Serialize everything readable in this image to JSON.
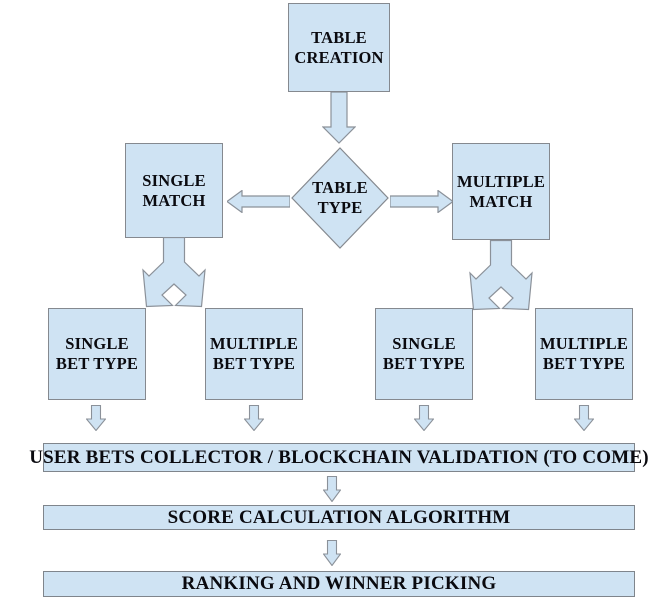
{
  "title": "Betting table flowchart",
  "colors": {
    "node_fill": "#cfe3f3",
    "node_stroke": "#85898f",
    "arrow_fill": "#cfe3f3",
    "arrow_stroke": "#8b9199",
    "text": "#0a0a0f",
    "background": "#ffffff"
  },
  "nodes": {
    "table_creation": {
      "line1": "TABLE",
      "line2": "CREATION"
    },
    "table_type": {
      "line1": "TABLE",
      "line2": "TYPE"
    },
    "single_match": {
      "line1": "SINGLE",
      "line2": "MATCH"
    },
    "multiple_match": {
      "line1": "MULTIPLE",
      "line2": "MATCH"
    },
    "single_bet_left": {
      "line1": "SINGLE",
      "line2": "BET TYPE"
    },
    "multiple_bet_left": {
      "line1": "MULTIPLE",
      "line2": "BET TYPE"
    },
    "single_bet_right": {
      "line1": "SINGLE",
      "line2": "BET TYPE"
    },
    "multiple_bet_right": {
      "line1": "MULTIPLE",
      "line2": "BET TYPE"
    }
  },
  "bars": {
    "user_bets": "USER BETS COLLECTOR / BLOCKCHAIN VALIDATION (TO COME)",
    "score_calc": "SCORE CALCULATION ALGORITHM",
    "ranking": "RANKING AND WINNER PICKING"
  },
  "connectors": {
    "creation_to_type": "down-block-arrow",
    "type_to_single_match": "left-block-arrow",
    "type_to_multiple_match": "right-block-arrow",
    "single_match_split": "split-double-down-arrow",
    "multiple_match_split": "split-double-down-arrow",
    "bet_to_collector": [
      "down-block-arrow",
      "down-block-arrow",
      "down-block-arrow",
      "down-block-arrow"
    ],
    "collector_to_score": "down-block-arrow",
    "score_to_ranking": "down-block-arrow"
  }
}
